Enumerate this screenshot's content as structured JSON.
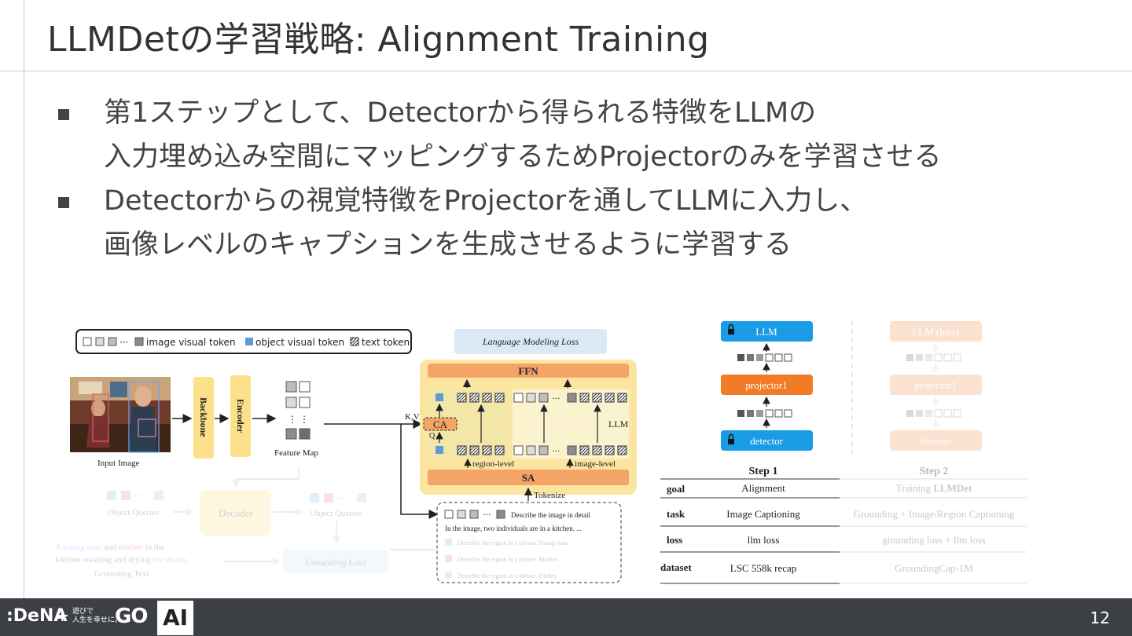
{
  "slide": {
    "title": "LLMDetの学習戦略: Alignment Training",
    "bullets": [
      {
        "lines": [
          "第1ステップとして、Detectorから得られる特徴をLLMの",
          "入力埋め込み空間にマッピングするためProjectorのみを学習させる"
        ]
      },
      {
        "lines": [
          "Detectorからの視覚特徴をProjectorを通してLLMに入力し、",
          "画像レベルのキャプションを生成させるように学習する"
        ]
      }
    ],
    "page_number": "12"
  },
  "footer": {
    "dena_logo": ":DeNA",
    "plus": "+",
    "tagline_line1": "遊びで",
    "tagline_line2": "人生を幸せに。",
    "go_logo": "GO",
    "ai_label": "AI"
  },
  "figure": {
    "legend": {
      "dots": "···",
      "image_token": "image visual token",
      "object_token": "object visual token",
      "text_token": "text token"
    },
    "input_image_label": "Input Image",
    "backbone": "Backbone",
    "encoder": "Encoder",
    "feature_map_label": "Feature Map",
    "vdots": "⋮  ⋮",
    "lm_loss": "Language Modeling Loss",
    "ffn": "FFN",
    "sa": "SA",
    "ca": "CA",
    "kv": "K,V",
    "q": "Q",
    "llm": "LLM",
    "region_level": "region-level",
    "image_level": "image-level",
    "tokenize": "Tokenize",
    "prompt_main": "Describe the image in detail",
    "caption": "In the image, two individuals are in a kitchen. ...",
    "faded_prompts": [
      "Describe the region in a phrase. Young man.",
      "Describe the region in a phrase. Mother.",
      "Describe the region in a phrase. Dishes."
    ],
    "object_queries_1": "Object Queries",
    "decoder": "Decoder",
    "object_queries_2": "Object Queries",
    "grounding_loss": "Grounding Loss",
    "grounding_text_line1": [
      "A young man",
      " and ",
      "mother",
      " in the"
    ],
    "grounding_text_line2": [
      "kitchen washing and drying ",
      "the dishes."
    ],
    "grounding_text_label": "Grounding Text",
    "right_panel": {
      "step1": {
        "llm": "LLM",
        "projector": "projector1",
        "detector": "detector",
        "title": "Step 1"
      },
      "step2": {
        "llm": "LLM (lora)",
        "projector": "projector1",
        "detector": "detector",
        "title": "Step 2"
      },
      "rows": [
        {
          "key": "goal",
          "step1": "Alignment",
          "step2_prefix": "Training ",
          "step2_bold": "LLMDet"
        },
        {
          "key": "task",
          "step1": "Image Captioning",
          "step2_prefix": "Grounding + Image/Region Captioning",
          "step2_bold": ""
        },
        {
          "key": "loss",
          "step1": "llm loss",
          "step2_prefix": "grounding loss + llm loss",
          "step2_bold": ""
        },
        {
          "key": "dataset",
          "step1": "LSC 558k recap",
          "step2_prefix": "GroundingCap-1M",
          "step2_bold": ""
        }
      ]
    }
  },
  "colors": {
    "accent_blue": "#1a9be6",
    "projector_orange": "#f07c28",
    "yellow_box": "#fce5a0",
    "orange_bar": "#f5a468",
    "object_token_blue": "#5b9bd5",
    "footer_bg": "#3c3f44"
  }
}
